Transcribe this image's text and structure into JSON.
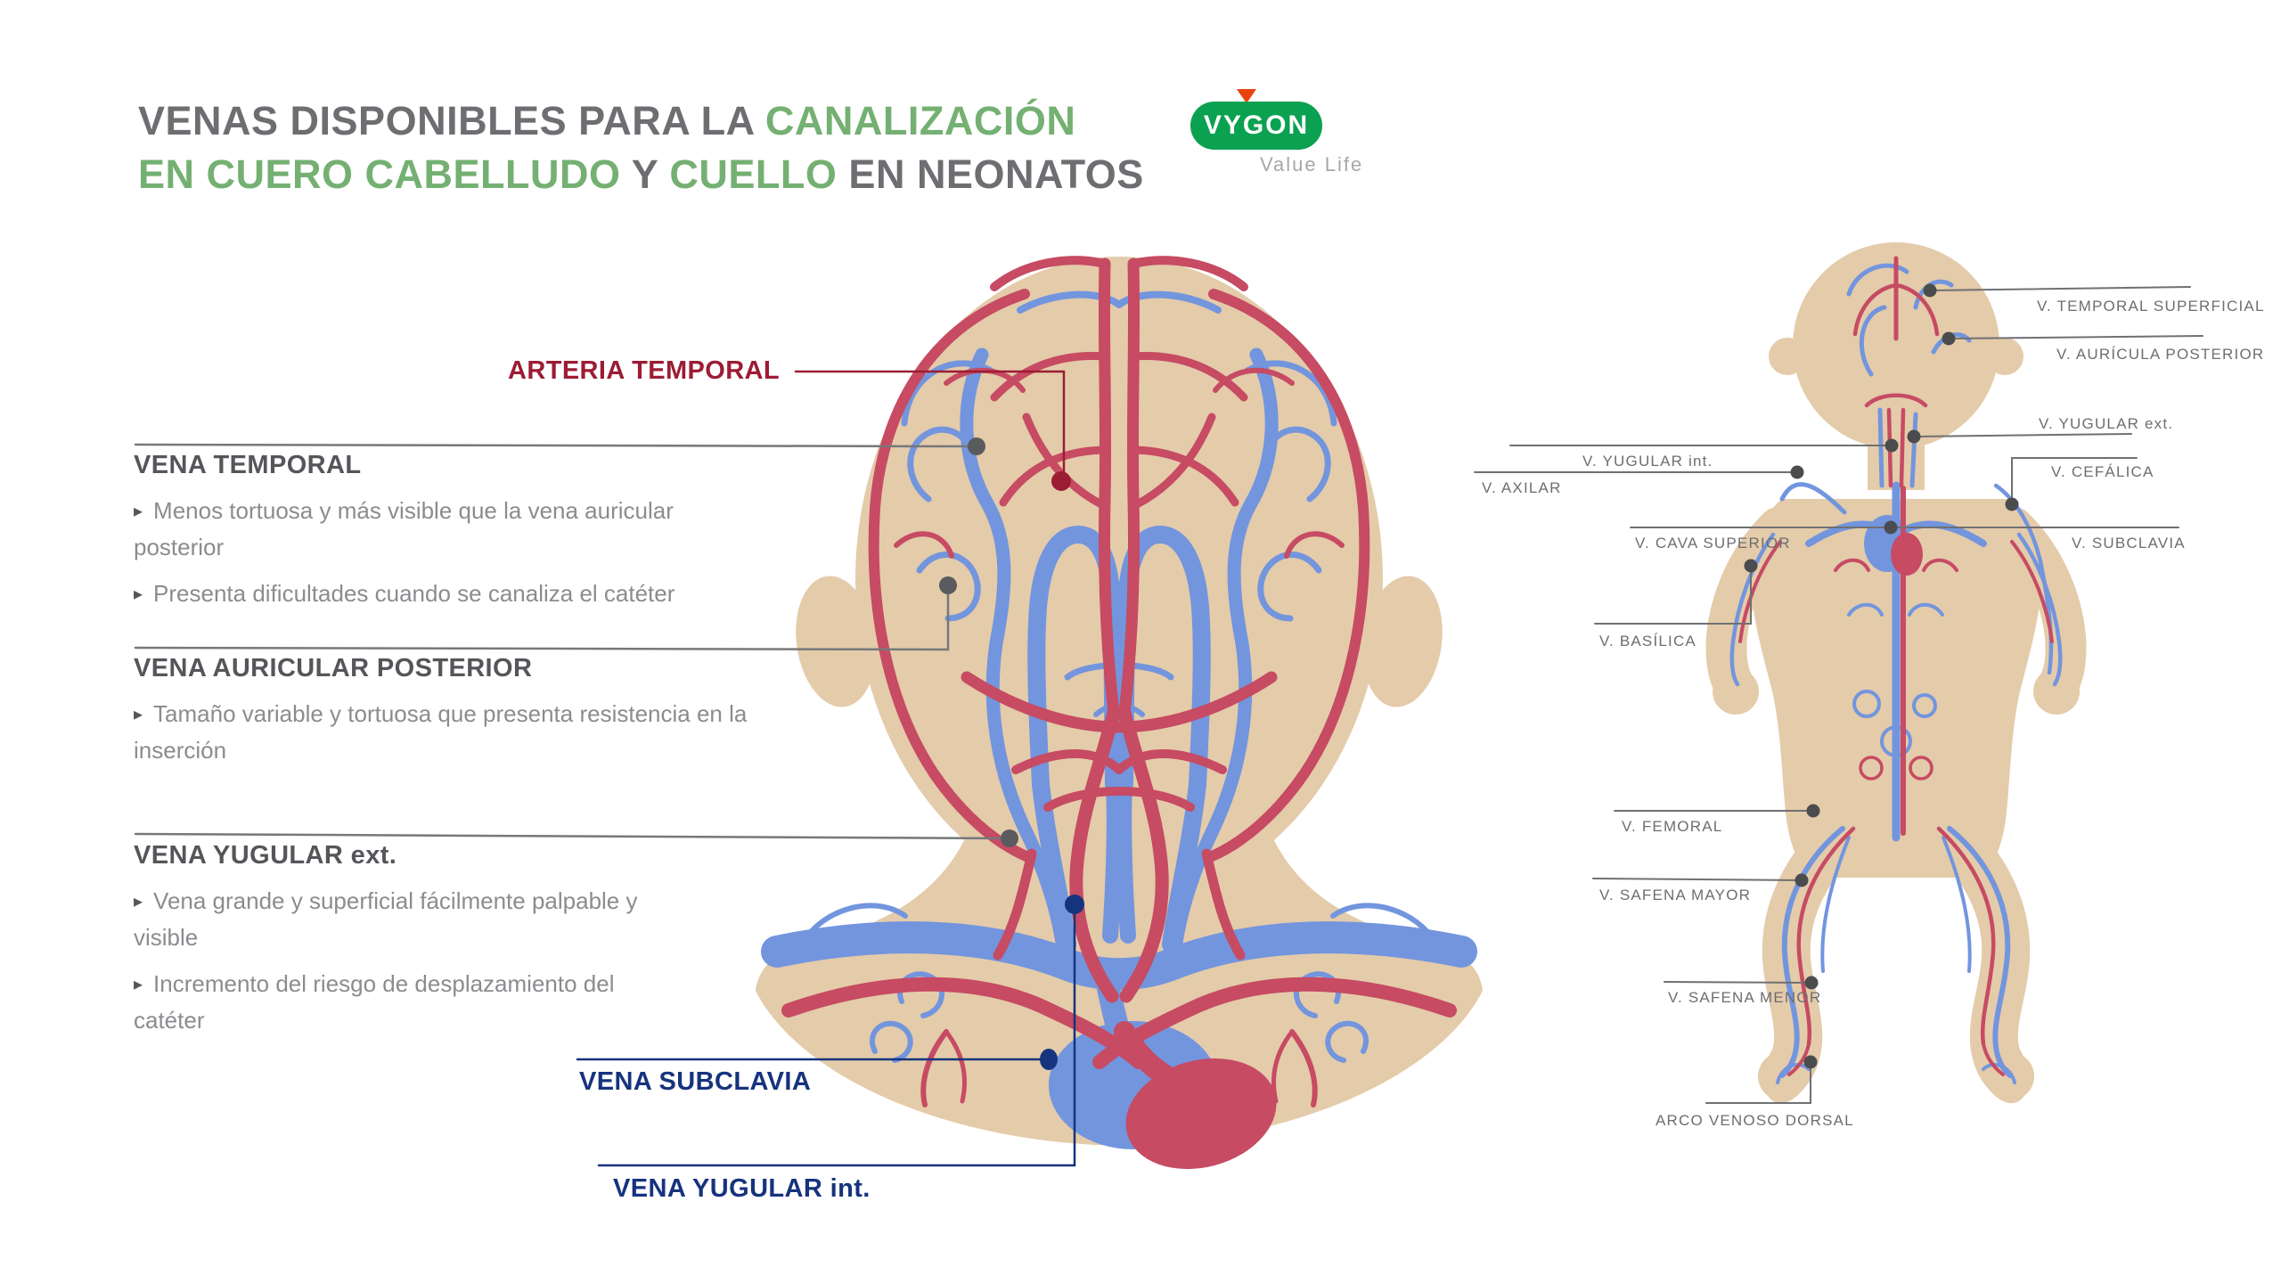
{
  "colors": {
    "skin": "#e4cbaa",
    "vein_blue": "#7295de",
    "artery_red": "#c64b63",
    "title_green": "#74b072",
    "title_gray": "#6d6e71",
    "label_navy": "#16337d",
    "label_red": "#9c1c34",
    "heading_gray": "#55565a",
    "body_text_gray": "#8a8c8f",
    "leader_line_gray": "#77787a",
    "vygon_green": "#0aa150",
    "logo_triangle_orange": "#e8430e"
  },
  "header": {
    "title_gray_1": "VENAS DISPONIBLES PARA LA ",
    "title_green_1": "CANALIZACIÓN",
    "title_green_2": "EN CUERO CABELLUDO",
    "title_gray_2": " Y ",
    "title_green_3": "CUELLO",
    "title_gray_3": " EN NEONATOS"
  },
  "logo": {
    "brand": "VYGON",
    "tagline": "Value Life"
  },
  "head_diagram": {
    "arteria_temporal": "ARTERIA TEMPORAL",
    "blocks": [
      {
        "title": "VENA TEMPORAL",
        "bullets": [
          "Menos tortuosa y más visible que la vena auricular posterior",
          "Presenta dificultades cuando se canaliza el catéter"
        ]
      },
      {
        "title": "VENA AURICULAR POSTERIOR",
        "bullets": [
          "Tamaño variable y tortuosa que presenta resistencia en la inserción"
        ]
      },
      {
        "title": "VENA YUGULAR ext.",
        "bullets": [
          "Vena grande y superficial fácilmente palpable y visible",
          "Incremento del riesgo de desplazamiento del catéter"
        ]
      }
    ],
    "vena_subclavia": "VENA SUBCLAVIA",
    "vena_yugular_int": "VENA YUGULAR int."
  },
  "body_diagram": {
    "labels": [
      "V. TEMPORAL SUPERFICIAL",
      "V. AURÍCULA POSTERIOR",
      "V. YUGULAR ext.",
      "V. CEFÁLICA",
      "V. YUGULAR int.",
      "V. AXILAR",
      "V. CAVA SUPERIOR",
      "V. SUBCLAVIA",
      "V. BASÍLICA",
      "V. FEMORAL",
      "V. SAFENA MAYOR",
      "V. SAFENA MENOR",
      "ARCO VENOSO DORSAL"
    ]
  },
  "ui": {
    "bullet_glyph": "▸"
  }
}
